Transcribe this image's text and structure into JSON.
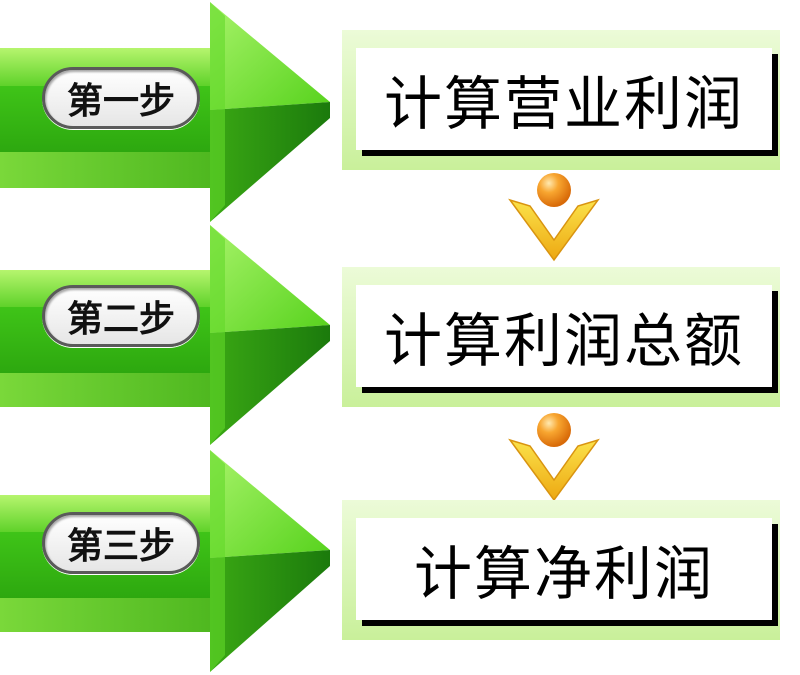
{
  "steps": [
    {
      "label": "第一步",
      "text": "计算营业利润"
    },
    {
      "label": "第二步",
      "text": "计算利润总额"
    },
    {
      "label": "第三步",
      "text": "计算净利润"
    }
  ],
  "colors": {
    "arrow_light": "#8ef05a",
    "arrow_mid": "#45c81c",
    "arrow_dark": "#1e8c10",
    "box_fill": "#d8f5b0",
    "connector_orange": "#f39a1e",
    "connector_yellow": "#f7d21a"
  }
}
